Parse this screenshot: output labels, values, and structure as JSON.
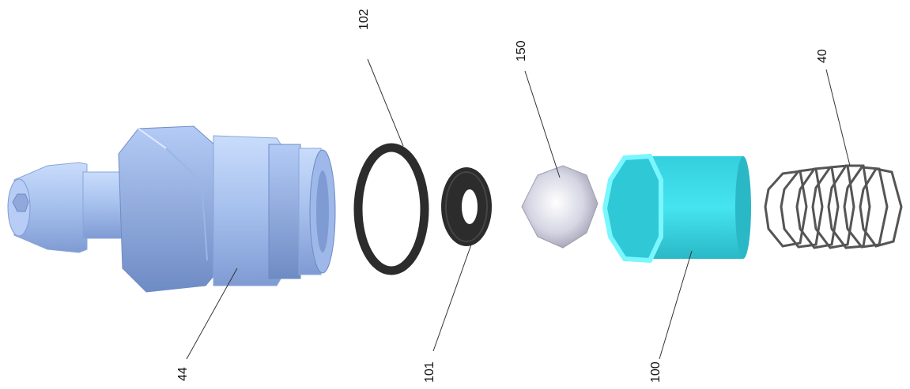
{
  "labels": {
    "part_44": "44",
    "part_102": "102",
    "part_101": "101",
    "part_150": "150",
    "part_100": "100",
    "part_40": "40"
  },
  "colors": {
    "fitting": "#a9c3ef",
    "fitting_dark": "#7e9ad0",
    "oring": "#2c2c2c",
    "ball": "#d9d9e6",
    "sleeve": "#3fd8e6",
    "sleeve_edge": "#7af6ff",
    "spring": "#555555"
  }
}
